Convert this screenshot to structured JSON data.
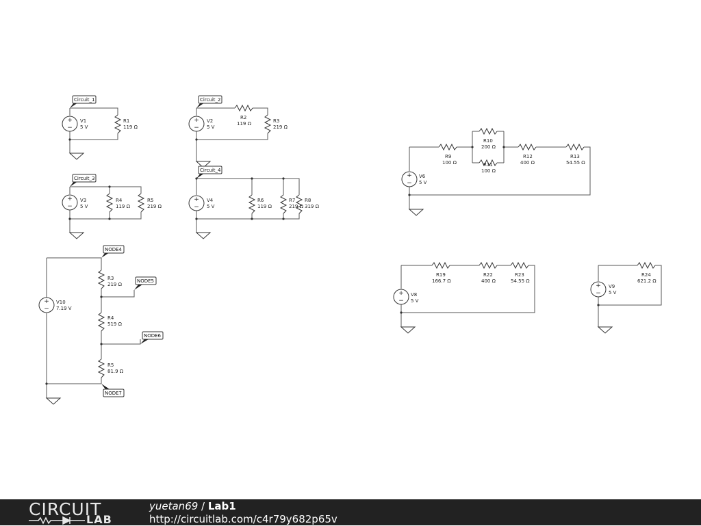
{
  "footer": {
    "logo_top": "CIRCUIT",
    "logo_bottom": "LAB",
    "user": "yuetan69",
    "separator": " / ",
    "project": "Lab1",
    "url": "http://circuitlab.com/c4r79y682p65v"
  },
  "circuits": {
    "c1": {
      "label": "Circuit_1",
      "v1": {
        "name": "V1",
        "value": "5 V"
      },
      "r1": {
        "name": "R1",
        "value": "119 Ω"
      }
    },
    "c2": {
      "label": "Circuit_2",
      "v2": {
        "name": "V2",
        "value": "5 V"
      },
      "r2": {
        "name": "R2",
        "value": "119 Ω"
      },
      "r3": {
        "name": "R3",
        "value": "219 Ω"
      }
    },
    "c3": {
      "label": "Circuit_3",
      "v3": {
        "name": "V3",
        "value": "5 V"
      },
      "r4": {
        "name": "R4",
        "value": "119 Ω"
      },
      "r5": {
        "name": "R5",
        "value": "219 Ω"
      }
    },
    "c4": {
      "label": "Circuit_4",
      "v4": {
        "name": "V4",
        "value": "5 V"
      },
      "r6": {
        "name": "R6",
        "value": "119 Ω"
      },
      "r7": {
        "name": "R7",
        "value": "219 Ω"
      },
      "r8": {
        "name": "R8",
        "value": "319 Ω"
      }
    },
    "c5": {
      "v6": {
        "name": "V6",
        "value": "5 V"
      },
      "r9": {
        "name": "R9",
        "value": "100 Ω"
      },
      "r10": {
        "name": "R10",
        "value": "200 Ω"
      },
      "r11": {
        "name": "R11",
        "value": "100 Ω"
      },
      "r12": {
        "name": "R12",
        "value": "400 Ω"
      },
      "r13": {
        "name": "R13",
        "value": "54.55 Ω"
      }
    },
    "c6": {
      "v10": {
        "name": "V10",
        "value": "7.19 V"
      },
      "node4": "NODE4",
      "node5": "NODE5",
      "node6": "NODE6",
      "node7": "NODE7",
      "r3": {
        "name": "R3",
        "value": "219 Ω"
      },
      "r4": {
        "name": "R4",
        "value": "519 Ω"
      },
      "r5": {
        "name": "R5",
        "value": "81.9 Ω"
      }
    },
    "c7": {
      "v8": {
        "name": "V8",
        "value": "5 V"
      },
      "r19": {
        "name": "R19",
        "value": "166.7 Ω"
      },
      "r22": {
        "name": "R22",
        "value": "400 Ω"
      },
      "r23": {
        "name": "R23",
        "value": "54.55 Ω"
      }
    },
    "c8": {
      "v9": {
        "name": "V9",
        "value": "5 V"
      },
      "r24": {
        "name": "R24",
        "value": "621.2 Ω"
      }
    }
  }
}
